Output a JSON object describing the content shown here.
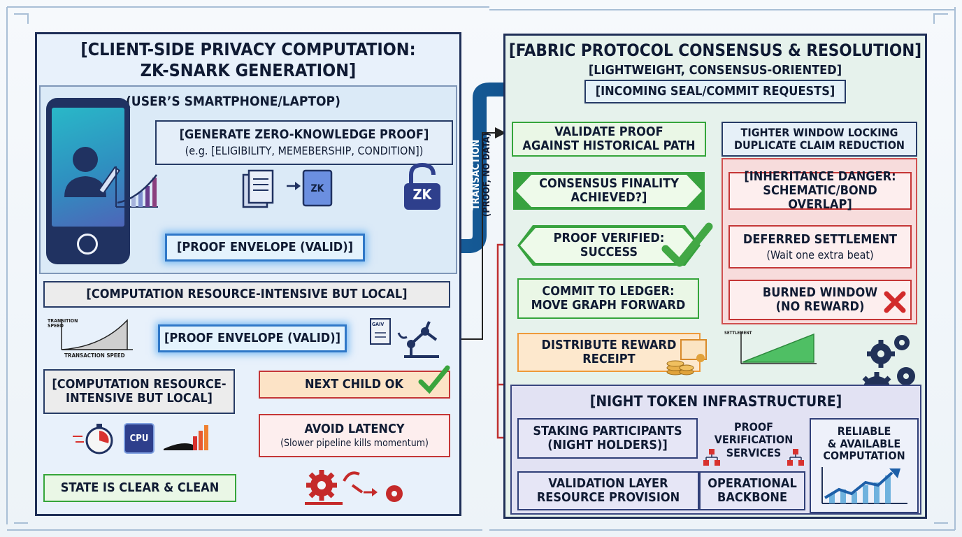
{
  "colors": {
    "navy": "#1f2f57",
    "green": "#38a23f",
    "red": "#c53636",
    "orange": "#ee9a3a",
    "blue": "#2f78c8"
  },
  "left": {
    "title_line1": "[CLIENT-SIDE PRIVACY COMPUTATION:",
    "title_line2": "ZK-SNARK GENERATION]",
    "device_label": "(USER’S SMARTPHONE/LAPTOP)",
    "generate_title": "[GENERATE ZERO-KNOWLEDGE PROOF]",
    "generate_sub": "(e.g. [ELIGIBILITY, MEMEBERSHIP, CONDITION])",
    "zk_doc": "ZK",
    "zk_lock": "ZK",
    "envelope_top": "[PROOF ENVELOPE (VALID)]",
    "computation_wide": "[COMPUTATION RESOURCE-INTENSIVE BUT LOCAL]",
    "envelope_mid": "[PROOF ENVELOPE (VALID)]",
    "speed_axis_label": "TRANSACTION SPEED",
    "speed_y_label": "TRANSITION SPEED",
    "computation_narrow_1": "[COMPUTATION RESOURCE-",
    "computation_narrow_2": "INTENSIVE BUT LOCAL]",
    "cpu_label": "CPU",
    "state_clean": "STATE IS CLEAR & CLEAN",
    "next_child": "NEXT CHILD OK",
    "avoid_latency": "AVOID LATENCY",
    "avoid_latency_sub": "(Slower pipeline kills momentum)",
    "doc_mini": "GAIV"
  },
  "connector": {
    "line1": "TRANSACTION",
    "line2": "(PROOF, NO DATA)"
  },
  "right": {
    "title": "[FABRIC PROTOCOL CONSENSUS & RESOLUTION]",
    "subtitle": "[LIGHTWEIGHT, CONSENSUS-ORIENTED]",
    "incoming": "[INCOMING SEAL/COMMIT REQUESTS]",
    "validate_1": "VALIDATE PROOF",
    "validate_2": "AGAINST HISTORICAL PATH",
    "tighter_1": "TIGHTER  WINDOW LOCKING",
    "tighter_2": "DUPLICATE CLAIM REDUCTION",
    "finality_1": "CONSENSUS FINALITY",
    "finality_2": "ACHIEVED?]",
    "verified_1": "PROOF VERIFIED:",
    "verified_2": "SUCCESS",
    "commit_1": "COMMIT TO LEDGER:",
    "commit_2": "MOVE GRAPH FORWARD",
    "distribute_1": "DISTRIBUTE REWARD",
    "distribute_2": "RECEIPT",
    "inheritance_1": "[INHERITANCE DANGER:",
    "inheritance_2": "SCHEMATIC/BOND OVERLAP]",
    "deferred_1": "DEFERRED SETTLEMENT",
    "deferred_2": "(Wait one extra beat)",
    "burned_1": "BURNED WINDOW",
    "burned_2": "(NO REWARD)",
    "settlement_axis": "SETTLEMENT",
    "night_title": "[NIGHT TOKEN INFRASTRUCTURE]",
    "staking_1": "STAKING PARTICIPANTS",
    "staking_2": "(NIGHT HOLDERS)]",
    "proof_services_1": "PROOF",
    "proof_services_2": "VERIFICATION",
    "proof_services_3": "SERVICES",
    "reliable_1": "RELIABLE",
    "reliable_2": "& AVAILABLE",
    "reliable_3": "COMPUTATION",
    "validation_1": "VALIDATION LAYER",
    "validation_2": "RESOURCE PROVISION",
    "backbone_1": "OPERATIONAL",
    "backbone_2": "BACKBONE"
  },
  "icons": [
    "user-icon",
    "pencil-icon",
    "growth-chart-icon",
    "document-stack-icon",
    "zk-document-icon",
    "unlock-icon",
    "stopwatch-icon",
    "cpu-icon",
    "bar-chart-icon",
    "robot-arm-icon",
    "gears-icon",
    "check-icon",
    "cross-icon",
    "coins-icon",
    "certificate-icon",
    "hierarchy-icon",
    "line-chart-icon"
  ]
}
